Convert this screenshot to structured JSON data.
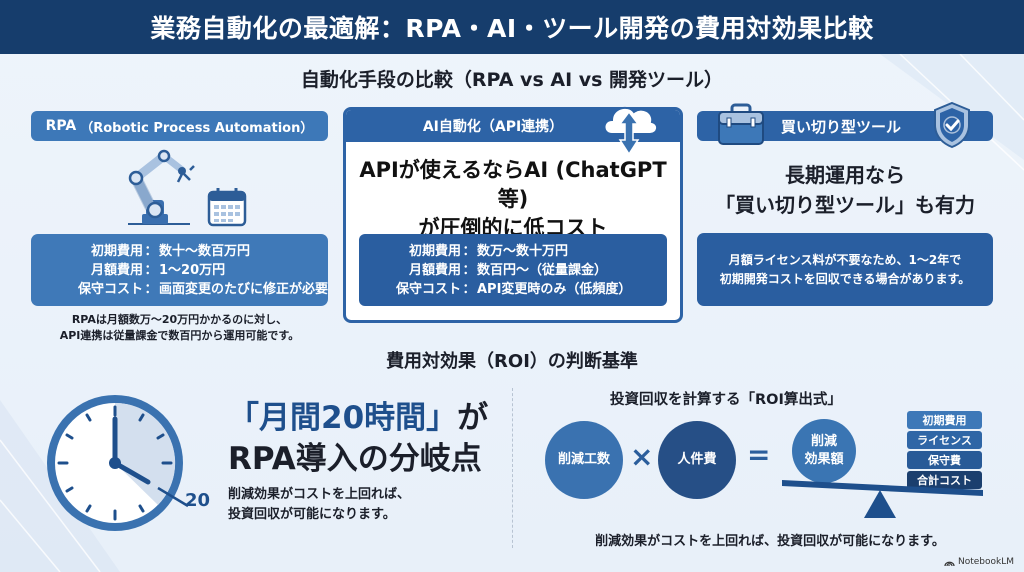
{
  "header": {
    "title": "業務自動化の最適解：RPA・AI・ツール開発の費用対効果比較"
  },
  "comparison": {
    "section_title": "自動化手段の比較（RPA vs AI vs 開発ツール）",
    "rpa": {
      "label": "RPA",
      "label_sub": "（Robotic Process Automation）",
      "icons": [
        "robot-arm-icon",
        "calendar-icon"
      ],
      "rows": [
        {
          "key": "初期費用",
          "value": "数十～数百万円"
        },
        {
          "key": "月額費用",
          "value": "1～20万円"
        },
        {
          "key": "保守コスト",
          "value": "画面変更のたびに修正が必要"
        }
      ],
      "note_line1": "RPAは月額数万～20万円かかるのに対し、",
      "note_line2": "API連携は従量課金で数百円から運用可能です。"
    },
    "ai": {
      "label": "AI自動化（API連携）",
      "icon": "cloud-upload-download-icon",
      "headline_line1": "APIが使えるならAI (ChatGPT等)",
      "headline_line2": "が圧倒的に低コスト",
      "rows": [
        {
          "key": "初期費用",
          "value": "数万～数十万円"
        },
        {
          "key": "月額費用",
          "value": "数百円～（従量課金）"
        },
        {
          "key": "保守コスト",
          "value": "API変更時のみ（低頻度）"
        }
      ]
    },
    "tool": {
      "label": "買い切り型ツール",
      "icons": [
        "toolbox-icon",
        "shield-check-icon"
      ],
      "headline_line1": "長期運用なら",
      "headline_line2": "「買い切り型ツール」も有力",
      "desc_line1": "月額ライセンス料が不要なため、1～2年で",
      "desc_line2": "初期開発コストを回収できる場合があります。"
    }
  },
  "roi": {
    "section_title": "費用対効果（ROI）の判断基準",
    "clock_label": "20",
    "big_line1_accent": "「月間20時間」",
    "big_line1_rest": "が",
    "big_line2": "RPA導入の分岐点",
    "sub_line1": "削減効果がコストを上回れば、",
    "sub_line2": "投資回収が可能になります。",
    "formula": {
      "title": "投資回収を計算する「ROI算出式」",
      "term1": "削減工数",
      "operator1": "×",
      "term2": "人件費",
      "operator2": "=",
      "result_line1": "削減",
      "result_line2": "効果額",
      "costs": [
        {
          "label": "初期費用",
          "color": "#3d78b8"
        },
        {
          "label": "ライセンス",
          "color": "#2f66a6"
        },
        {
          "label": "保守費",
          "color": "#285a97"
        },
        {
          "label": "合計コスト",
          "color": "#1b3f6e"
        }
      ],
      "note": "削減効果がコストを上回れば、投資回収が可能になります。"
    }
  },
  "brand": {
    "name": "NotebookLM"
  },
  "colors": {
    "header": "#163d6c",
    "primary": "#2d63a6",
    "accent": "#1e4f8c"
  }
}
